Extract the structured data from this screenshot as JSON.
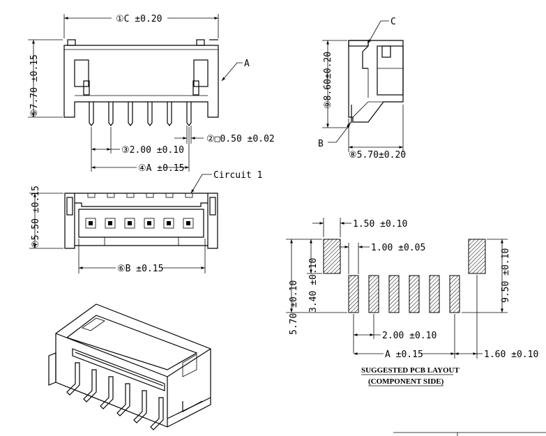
{
  "dimensions": {
    "dim1": "①C ±0.20",
    "dim2": "②□0.50 ±0.02",
    "dim3": "③2.00 ±0.10",
    "dim4": "④A ±0.15",
    "dim5": "⑤7.70 ±0.15",
    "dim6": "⑥B ±0.15",
    "dim7": "⑦5.50 ±0.15",
    "dim8": "⑧5.70±0.20",
    "dim9": "⑨8.60±0.20"
  },
  "callouts": {
    "a": "A",
    "b": "B",
    "c": "C",
    "circuit": "Circuit 1"
  },
  "pcb": {
    "pitch_pad": "1.50 ±0.10",
    "pad_width": "1.00 ±0.05",
    "overall_height": "5.70 ±0.10",
    "signal_offset": "3.40 ±0.10",
    "side_pad_height": "9.50 ±0.10",
    "pitch": "2.00 ±0.10",
    "span": "A ±0.15",
    "edge_offset": "1.60 ±0.10",
    "title_line1": "SUGGESTED PCB LAYOUT",
    "title_line2": "(COMPONENT SIDE)"
  },
  "colors": {
    "line": "#000000",
    "background": "#ffffff"
  }
}
